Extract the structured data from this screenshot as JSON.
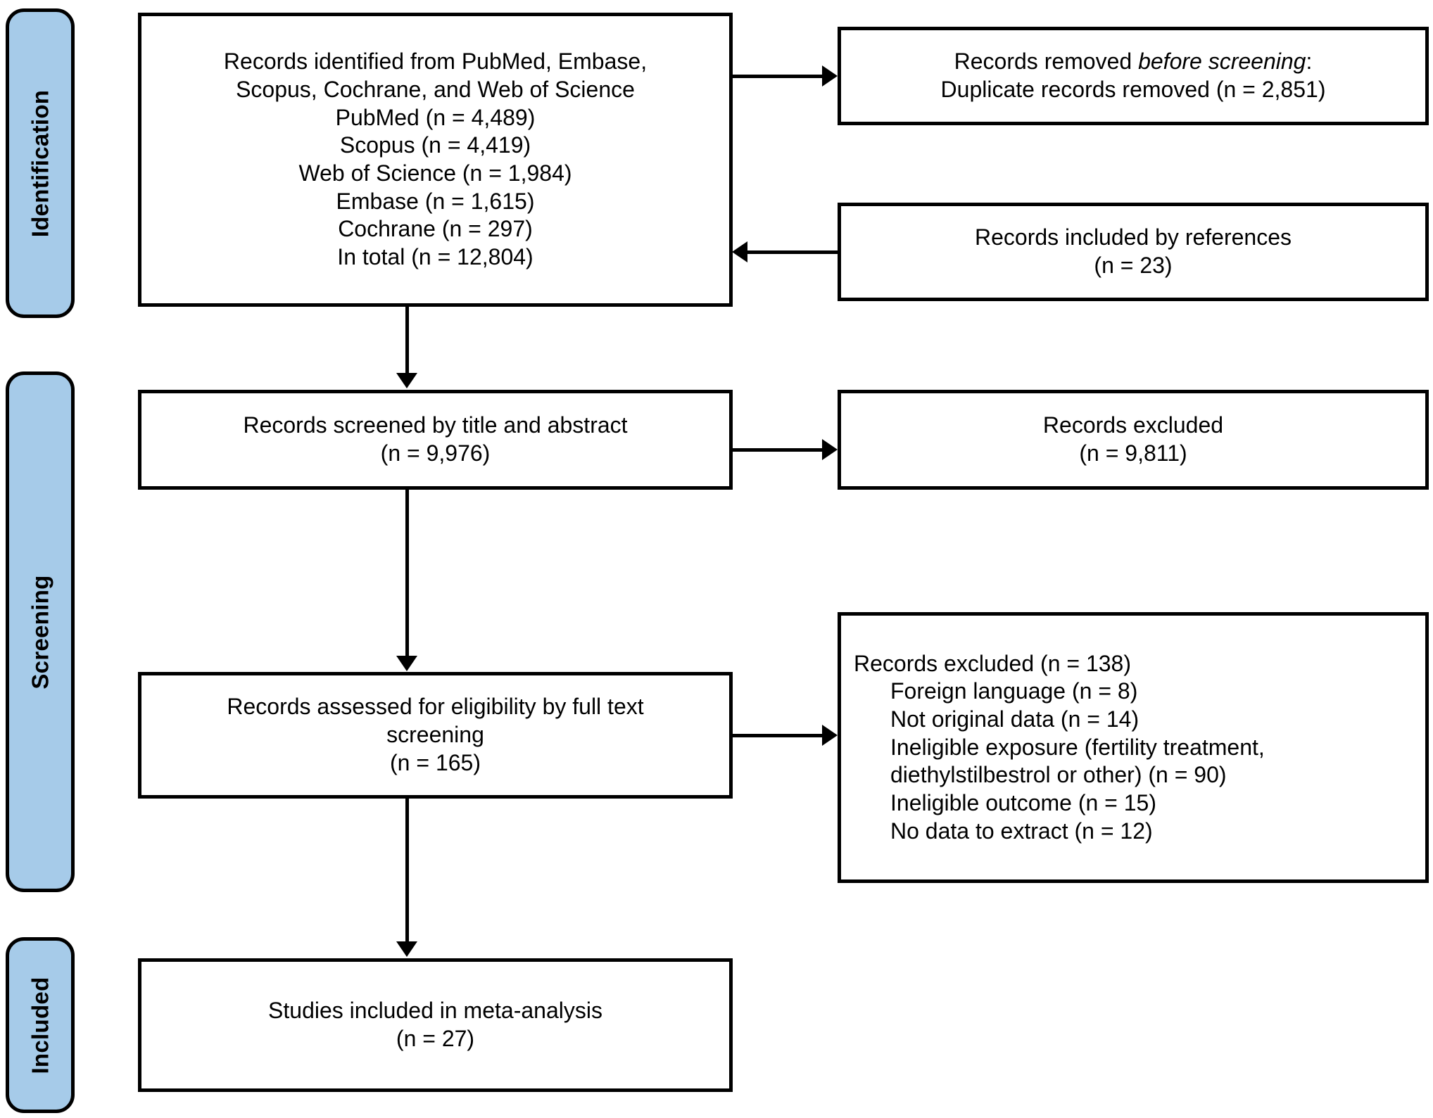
{
  "diagram": {
    "title": "PRISMA flow diagram",
    "colors": {
      "stage_fill": "#A6CBE9",
      "stroke": "#000000",
      "box_fill": "#FFFFFF"
    }
  },
  "stages": [
    {
      "id": "identification",
      "label": "Identification"
    },
    {
      "id": "screening",
      "label": "Screening"
    },
    {
      "id": "included",
      "label": "Included"
    }
  ],
  "boxes": {
    "identified": {
      "lines": [
        "Records identified from PubMed, Embase,",
        "Scopus, Cochrane, and Web of Science",
        "PubMed (n = 4,489)",
        "Scopus (n = 4,419)",
        "Web of Science (n = 1,984)",
        "Embase (n = 1,615)",
        "Cochrane (n = 297)",
        "In total (n = 12,804)"
      ]
    },
    "removed_before_screening": {
      "line1_prefix": "Records removed ",
      "line1_italic": "before screening",
      "line1_suffix": ":",
      "line2": "Duplicate records removed (n = 2,851)"
    },
    "included_by_references": {
      "lines": [
        "Records included by references",
        "(n = 23)"
      ]
    },
    "screened_title_abstract": {
      "lines": [
        "Records screened by title and abstract",
        "(n = 9,976)"
      ]
    },
    "records_excluded_screening": {
      "lines": [
        "Records excluded",
        "(n = 9,811)"
      ]
    },
    "assessed_full_text": {
      "lines": [
        "Records assessed for eligibility by full text",
        "screening",
        "(n = 165)"
      ]
    },
    "records_excluded_fulltext": {
      "heading": "Records excluded (n = 138)",
      "reasons": [
        "Foreign language (n = 8)",
        "Not original data (n = 14)",
        "Ineligible exposure (fertility treatment,",
        "diethylstilbestrol or other) (n = 90)",
        "Ineligible outcome (n = 15)",
        "No data to extract (n = 12)"
      ]
    },
    "included_studies": {
      "lines": [
        "Studies included in meta-analysis",
        "(n = 27)"
      ]
    }
  },
  "chart_data": {
    "type": "diagram",
    "title": "PRISMA flow diagram",
    "nodes": [
      {
        "id": "identified",
        "stage": "Identification",
        "label": "Records identified from PubMed, Embase, Scopus, Cochrane, and Web of Science",
        "n": 12804,
        "sources": [
          {
            "name": "PubMed",
            "n": 4489
          },
          {
            "name": "Scopus",
            "n": 4419
          },
          {
            "name": "Web of Science",
            "n": 1984
          },
          {
            "name": "Embase",
            "n": 1615
          },
          {
            "name": "Cochrane",
            "n": 297
          }
        ]
      },
      {
        "id": "removed_before_screening",
        "stage": "Identification",
        "label": "Records removed before screening: Duplicate records removed",
        "n": 2851
      },
      {
        "id": "included_by_references",
        "stage": "Identification",
        "label": "Records included by references",
        "n": 23
      },
      {
        "id": "screened_title_abstract",
        "stage": "Screening",
        "label": "Records screened by title and abstract",
        "n": 9976
      },
      {
        "id": "records_excluded_screening",
        "stage": "Screening",
        "label": "Records excluded",
        "n": 9811
      },
      {
        "id": "assessed_full_text",
        "stage": "Screening",
        "label": "Records assessed for eligibility by full text screening",
        "n": 165
      },
      {
        "id": "records_excluded_fulltext",
        "stage": "Screening",
        "label": "Records excluded",
        "n": 138,
        "reasons": [
          {
            "name": "Foreign language",
            "n": 8
          },
          {
            "name": "Not original data",
            "n": 14
          },
          {
            "name": "Ineligible exposure (fertility treatment, diethylstilbestrol or other)",
            "n": 90
          },
          {
            "name": "Ineligible outcome",
            "n": 15
          },
          {
            "name": "No data to extract",
            "n": 12
          }
        ]
      },
      {
        "id": "included_studies",
        "stage": "Included",
        "label": "Studies included in meta-analysis",
        "n": 27
      }
    ],
    "edges": [
      {
        "from": "identified",
        "to": "removed_before_screening",
        "direction": "right"
      },
      {
        "from": "included_by_references",
        "to": "identified",
        "direction": "left"
      },
      {
        "from": "identified",
        "to": "screened_title_abstract",
        "direction": "down"
      },
      {
        "from": "screened_title_abstract",
        "to": "records_excluded_screening",
        "direction": "right"
      },
      {
        "from": "screened_title_abstract",
        "to": "assessed_full_text",
        "direction": "down"
      },
      {
        "from": "assessed_full_text",
        "to": "records_excluded_fulltext",
        "direction": "right"
      },
      {
        "from": "assessed_full_text",
        "to": "included_studies",
        "direction": "down"
      }
    ]
  }
}
